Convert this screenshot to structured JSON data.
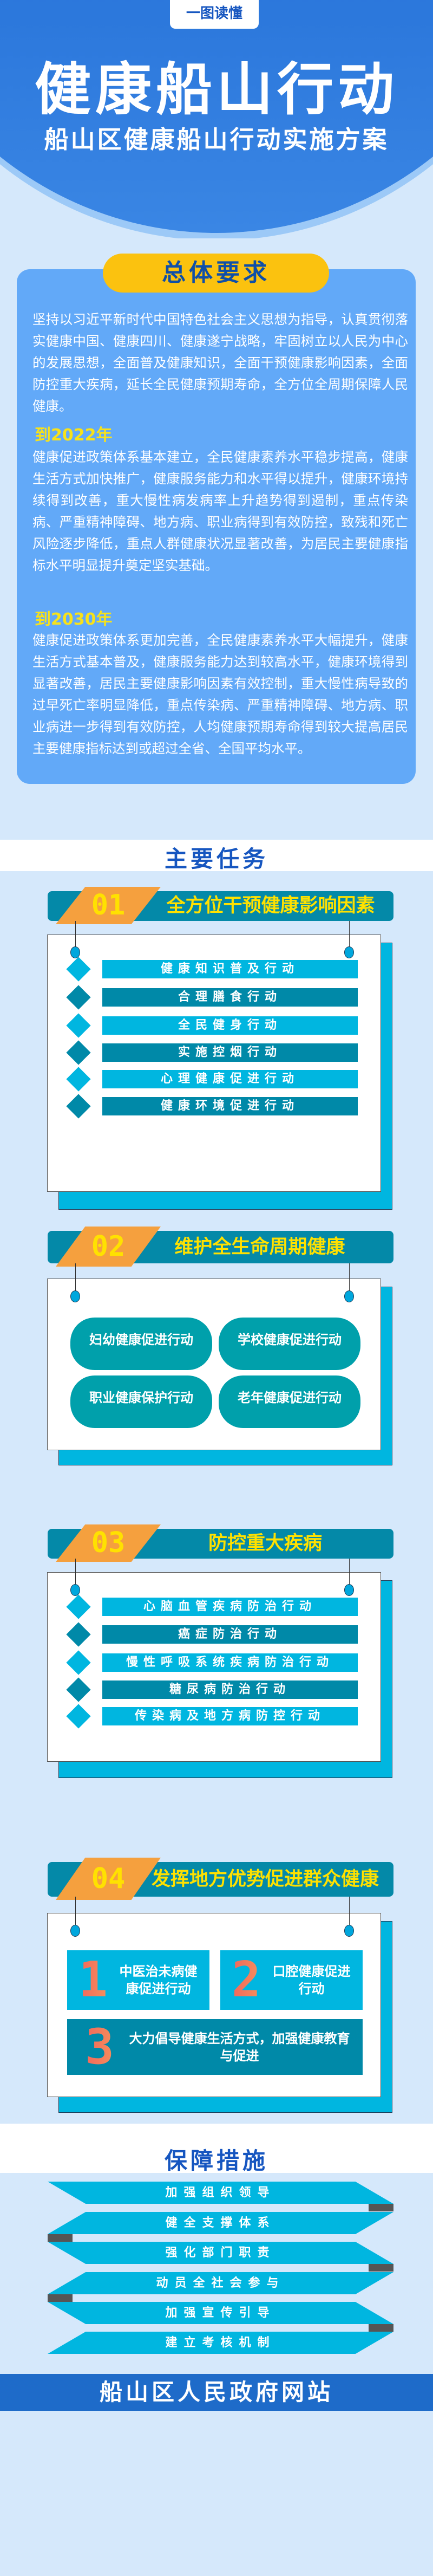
{
  "header": {
    "tag": "一图读懂",
    "title": "健康船山行动",
    "subtitle": "船山区健康船山行动实施方案"
  },
  "overall": {
    "heading": "总体要求",
    "intro": "坚持以习近平新时代中国特色社会主义思想为指导，认真贯彻落实健康中国、健康四川、健康遂宁战略，牢固树立以人民为中心的发展思想，全面普及健康知识，全面干预健康影响因素，全面防控重大疾病，延长全民健康预期寿命，全方位全周期保障人民健康。",
    "goal_2022_label": "到2022年",
    "goal_2022": "健康促进政策体系基本建立，全民健康素养水平稳步提高，健康生活方式加快推广，健康服务能力和水平得以提升，健康环境持续得到改善，重大慢性病发病率上升趋势得到遏制，重点传染病、严重精神障碍、地方病、职业病得到有效防控，致残和死亡风险逐步降低，重点人群健康状况显著改善，为居民主要健康指标水平明显提升奠定坚实基础。",
    "goal_2030_label": "到2030年",
    "goal_2030": "健康促进政策体系更加完善，全民健康素养水平大幅提升，健康生活方式基本普及，健康服务能力达到较高水平，健康环境得到显著改善，居民主要健康影响因素有效控制，重大慢性病导致的过早死亡率明显降低，重点传染病、严重精神障碍、地方病、职业病进一步得到有效防控，人均健康预期寿命得到较大提高居民主要健康指标达到或超过全省、全国平均水平。"
  },
  "tasks": {
    "heading": "主要任务",
    "sections": [
      {
        "num": "01",
        "title": "全方位干预健康影响因素",
        "items": [
          "健康知识普及行动",
          "合理膳食行动",
          "全民健身行动",
          "实施控烟行动",
          "心理健康促进行动",
          "健康环境促进行动"
        ]
      },
      {
        "num": "02",
        "title": "维护全生命周期健康",
        "items": [
          "妇幼健康促进行动",
          "学校健康促进行动",
          "职业健康保护行动",
          "老年健康促进行动"
        ]
      },
      {
        "num": "03",
        "title": "防控重大疾病",
        "items": [
          "心脑血管疾病防治行动",
          "癌症防治行动",
          "慢性呼吸系统疾病防治行动",
          "糖尿病防治行动",
          "传染病及地方病防控行动"
        ]
      },
      {
        "num": "04",
        "title": "发挥地方优势促进群众健康",
        "items": [
          {
            "num": "1",
            "text": "中医治未病健康促进行动"
          },
          {
            "num": "2",
            "text": "口腔健康促进行动"
          },
          {
            "num": "3",
            "text": "大力倡导健康生活方式，加强健康教育与促进"
          }
        ]
      }
    ]
  },
  "safeguards": {
    "heading": "保障措施",
    "items": [
      "加强组织领导",
      "健全支撑体系",
      "强化部门职责",
      "动员全社会参与",
      "加强宣传引导",
      "建立考核机制"
    ]
  },
  "footer": {
    "text": "船山区人民政府网站"
  },
  "colors": {
    "brand_blue": "#1e6bc9",
    "card_blue": "#62a9f8",
    "yellow": "#fbc20f",
    "teal": "#0489a8",
    "cyan": "#00b6e0",
    "orange": "#f5a03e"
  }
}
